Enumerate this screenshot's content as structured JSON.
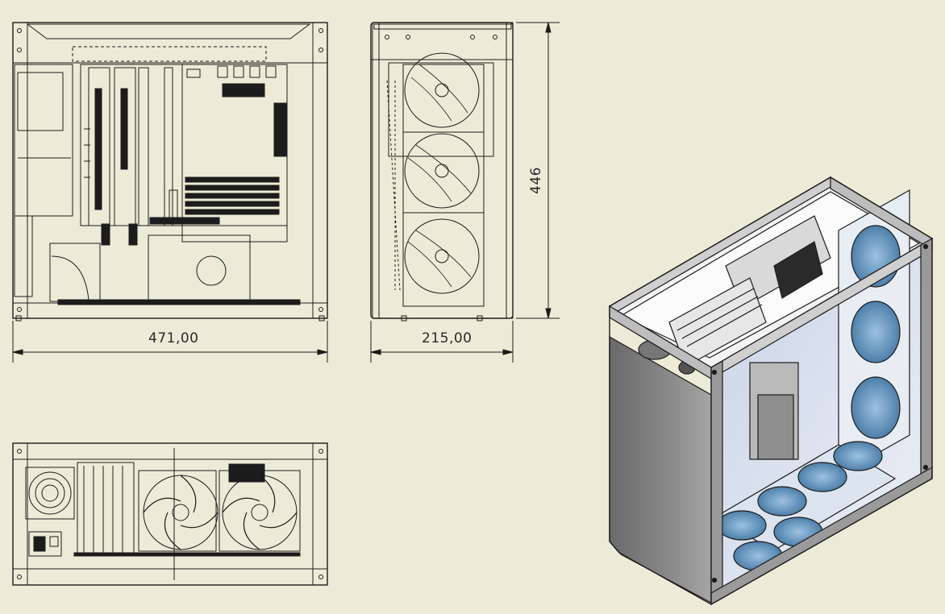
{
  "drawing": {
    "dimensions": {
      "width": "471,00",
      "depth": "215,00",
      "height": "446"
    },
    "views": [
      "front-view",
      "side-view",
      "bottom-view",
      "isometric-view"
    ],
    "colors": {
      "sheet_background": "#ecebd7",
      "line": "#1c1c1c",
      "panel_grey": "#7d7d7d",
      "fan_blue": "#6f9ec4"
    }
  }
}
